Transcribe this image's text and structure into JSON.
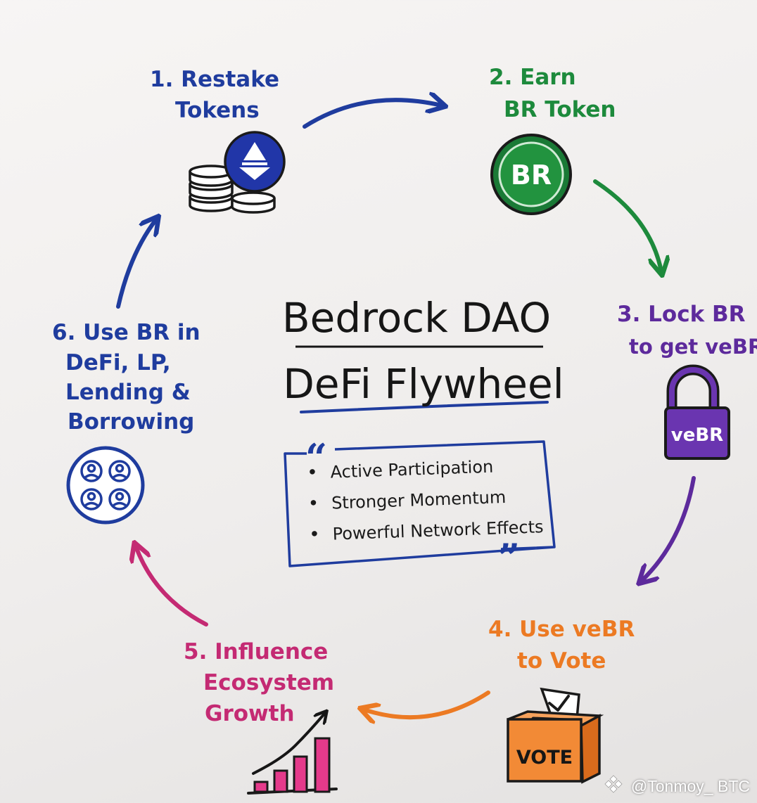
{
  "title": {
    "line1": "Bedrock DAO",
    "line2": "DeFi Flywheel"
  },
  "steps": [
    {
      "line1": "1. Restake",
      "line2": "Tokens",
      "color": "#1f3c9e",
      "icon": "coin-stack-icon"
    },
    {
      "line1": "2. Earn",
      "line2": "BR Token",
      "color": "#1d8a3c",
      "icon": "br-token-icon",
      "badge": "BR"
    },
    {
      "line1": "3. Lock BR",
      "line2": "to get veBR",
      "color": "#5d2a9c",
      "icon": "padlock-icon",
      "badge": "veBR"
    },
    {
      "line1": "4. Use veBR",
      "line2": "to Vote",
      "color": "#ec7a23",
      "icon": "ballot-box-icon",
      "badge": "VOTE"
    },
    {
      "line1": "5. Influence",
      "line2": "Ecosystem",
      "line3": "Growth",
      "color": "#c42a73",
      "icon": "growth-chart-icon"
    },
    {
      "line1": "6. Use BR in",
      "line2": "DeFi, LP,",
      "line3": "Lending &",
      "line4": "Borrowing",
      "color": "#1f3c9e",
      "icon": "community-icon"
    }
  ],
  "benefits": [
    "Active Participation",
    "Stronger Momentum",
    "Powerful Network Effects"
  ],
  "quote_open": "“",
  "quote_close": "”",
  "watermark": "@Tonmoy_ BTC"
}
